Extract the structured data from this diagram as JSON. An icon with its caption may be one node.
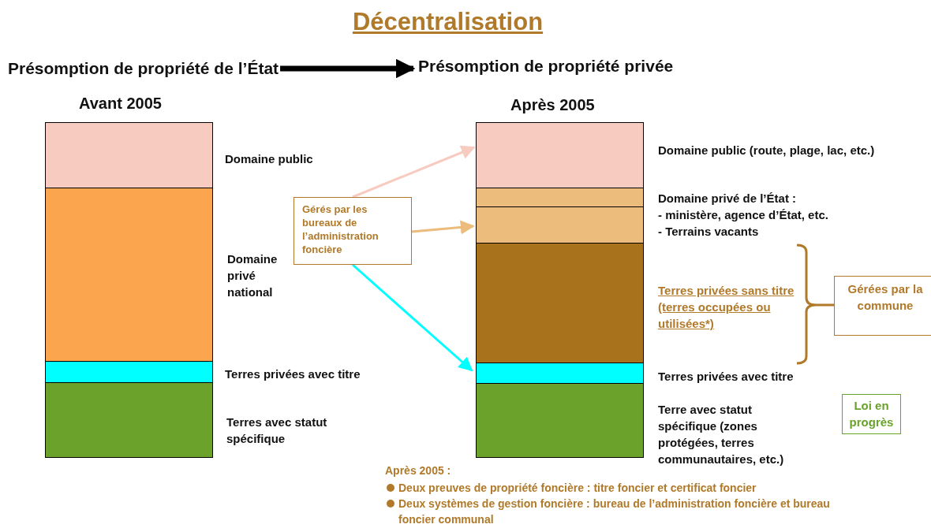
{
  "diagram": {
    "title": "Décentralisation",
    "nodes": [
      {
        "text": [
          "Présomption de propriété de l’État"
        ]
      },
      {
        "text": [
          "Présomption de propriété privée"
        ]
      },
      {
        "text": [],
        "shape": "box",
        "beside": [
          "Domaine public"
        ]
      },
      {
        "text": [],
        "shape": "box",
        "beside": [
          "Domaine privé national"
        ]
      },
      {
        "text": [],
        "shape": "box",
        "beside": [
          "Terres privées avec titre"
        ]
      },
      {
        "text": [],
        "shape": "box",
        "beside": [
          "Terres avec statut spécifique"
        ]
      },
      {
        "text": [
          "Gérés par les bureaux de l’administration foncière"
        ]
      },
      {
        "text": [],
        "shape": "box",
        "beside": [
          "Domaine public (route, plage, lac, etc.)"
        ]
      },
      {
        "text": [],
        "shape": "box",
        "beside": [
          "Domaine privé de l’État :",
          "- ministère, agence d’État, etc.",
          "- Terrains vacants"
        ]
      },
      {
        "text": [],
        "shape": "box"
      },
      {
        "text": [],
        "shape": "box",
        "beside": [
          "Terres privées sans titre (terres occupées ou utilisées*)"
        ]
      },
      {
        "text": [],
        "shape": "box",
        "beside": [
          "Terres privées avec titre"
        ]
      },
      {
        "text": [],
        "shape": "box",
        "beside": [
          "Terre avec statut spécifique (zones protégées, terres communautaires, etc.)"
        ]
      },
      {
        "text": [
          "Gérées par la commune"
        ]
      },
      {
        "text": [
          "Loi en progrès"
        ]
      }
    ],
    "edges": [
      {
        "from": 0,
        "to": 1,
        "arrow": "to",
        "style": "thick",
        "color": "#000000"
      },
      {
        "from": 6,
        "to": 7,
        "arrow": "to",
        "color": "#f8cbc0"
      },
      {
        "from": 6,
        "to": 9,
        "arrow": "to",
        "color": "#ecbc7c"
      },
      {
        "from": 6,
        "to": 11,
        "arrow": "to",
        "color": "#00ffff"
      }
    ],
    "labels": [
      "Avant 2005",
      "Après 2005",
      "Après 2005 :",
      "Deux preuves de propriété foncière : titre foncier et certificat foncier",
      "Deux systèmes de gestion foncière : bureau de l’administration foncière et bureau foncier communal"
    ]
  }
}
